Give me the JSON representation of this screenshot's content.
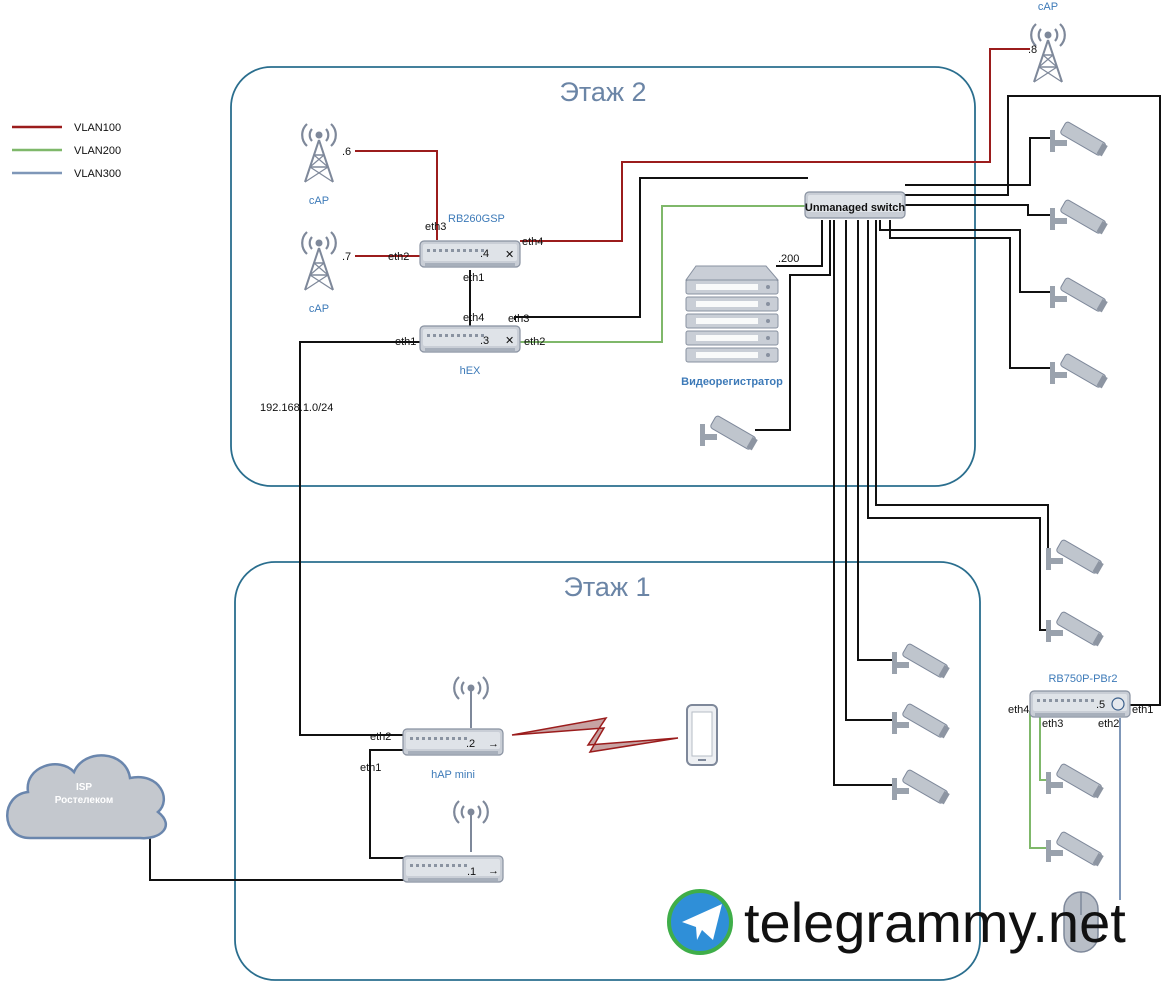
{
  "colors": {
    "vlan100": "#9b1c1c",
    "vlan200": "#7fb86a",
    "vlan300": "#7f97b8",
    "untagged": "#111111",
    "floor_border": "#2a6e8e",
    "device": "#c9ced6"
  },
  "legend": [
    {
      "label": "VLAN100",
      "color": "#9b1c1c"
    },
    {
      "label": "VLAN200",
      "color": "#7fb86a"
    },
    {
      "label": "VLAN300",
      "color": "#7f97b8"
    }
  ],
  "floors": {
    "floor2": "Этаж 2",
    "floor1": "Этаж 1"
  },
  "devices": {
    "cap_top": {
      "name": "cAP",
      "ip": ".8"
    },
    "cap_a": {
      "name": "cAP",
      "ip": ".6"
    },
    "cap_b": {
      "name": "cAP",
      "ip": ".7"
    },
    "rb260": {
      "name": "RB260GSP",
      "ip": ".4",
      "ports": {
        "eth1": "eth1",
        "eth2": "eth2",
        "eth3": "eth3",
        "eth4": "eth4"
      }
    },
    "hex": {
      "name": "hEX",
      "ip": ".3",
      "ports": {
        "eth1": "eth1",
        "eth2": "eth2",
        "eth3": "eth3",
        "eth4": "eth4"
      }
    },
    "nvr": {
      "name": "Видеорегистратор",
      "ip": ".200"
    },
    "switch": {
      "name": "Unmanaged switch"
    },
    "hap": {
      "name": "hAP mini",
      "ip": ".2",
      "ports": {
        "eth1": "eth1",
        "eth2": "eth2"
      }
    },
    "router1": {
      "ip": ".1"
    },
    "rb750": {
      "name": "RB750P-PBr2",
      "ip": ".5",
      "ports": {
        "eth1": "eth1",
        "eth2": "eth2",
        "eth3": "eth3",
        "eth4": "eth4"
      }
    },
    "isp": {
      "line1": "ISP",
      "line2": "Ростелеком"
    }
  },
  "subnet": "192.168.1.0/24",
  "watermark": "telegrammy.net",
  "icons": {
    "antenna": "antenna-tower-icon",
    "camera": "security-camera-icon",
    "switch": "switch-icon",
    "router": "router-icon",
    "server": "server-icon",
    "phone": "smartphone-icon",
    "cloud": "cloud-icon",
    "telegram": "telegram-logo-icon",
    "mouse": "mouse-icon"
  }
}
